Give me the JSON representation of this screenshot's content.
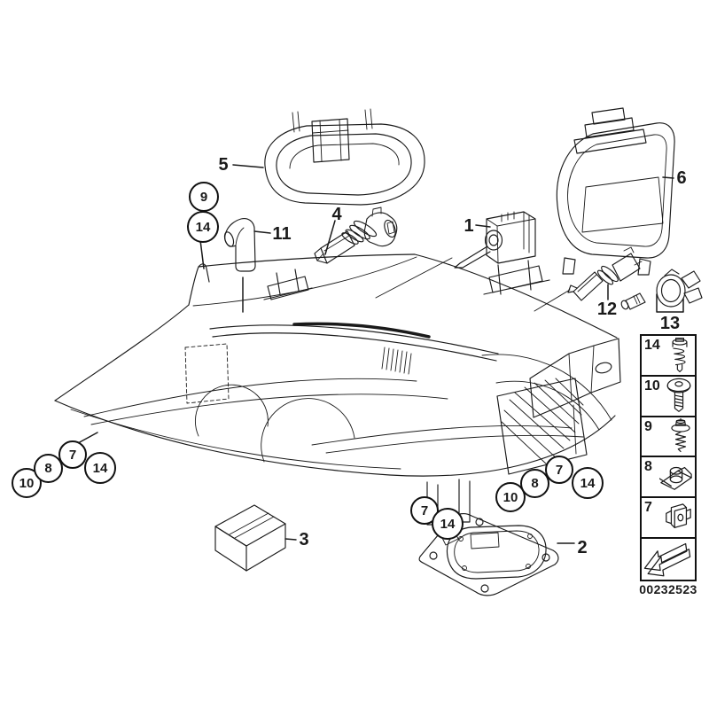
{
  "colors": {
    "background": "#ffffff",
    "line": "#1a1a1a"
  },
  "doc_number": "00232523",
  "parts": {
    "1": "1",
    "2": "2",
    "3": "3",
    "4": "4",
    "5": "5",
    "6": "6",
    "11": "11",
    "12": "12",
    "13": "13"
  },
  "callouts": {
    "top_left": [
      {
        "label": "9"
      },
      {
        "label": "14"
      }
    ],
    "front_left": [
      {
        "label": "10"
      },
      {
        "label": "8"
      },
      {
        "label": "7"
      },
      {
        "label": "14"
      }
    ],
    "under_bracket": [
      {
        "label": "10"
      },
      {
        "label": "8"
      },
      {
        "label": "7"
      },
      {
        "label": "14"
      }
    ],
    "near_ballast": [
      {
        "label": "7"
      },
      {
        "label": "14"
      }
    ]
  },
  "legend": {
    "rows": [
      {
        "label": "14",
        "icon": "expansion-spring-screw-icon"
      },
      {
        "label": "10",
        "icon": "washer-head-screw-icon"
      },
      {
        "label": "9",
        "icon": "self-tapping-screw-icon"
      },
      {
        "label": "8",
        "icon": "cage-nut-clip-icon"
      },
      {
        "label": "7",
        "icon": "plastic-clip-nut-icon"
      }
    ],
    "footer_icon": "direction-of-travel-arrow-icon"
  }
}
